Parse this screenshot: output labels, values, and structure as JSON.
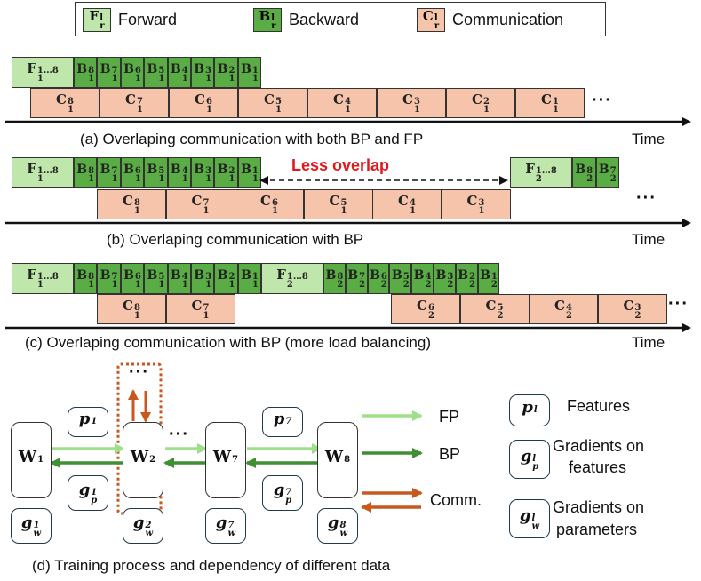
{
  "legend": {
    "items": [
      {
        "base": "F",
        "sub": "r",
        "sup": "l",
        "label": "Forward",
        "color": "#bfe6ab"
      },
      {
        "base": "B",
        "sub": "r",
        "sup": "l",
        "label": "Backward",
        "color": "#5aac45"
      },
      {
        "base": "C",
        "sub": "r",
        "sup": "l",
        "label": "Communication",
        "color": "#f6c4ab"
      }
    ]
  },
  "rows": {
    "a": {
      "forward": [
        {
          "base": "F",
          "sub": "1",
          "sup": "1…8"
        }
      ],
      "backward": [
        {
          "base": "B",
          "sub": "1",
          "sup": "8"
        },
        {
          "base": "B",
          "sub": "1",
          "sup": "7"
        },
        {
          "base": "B",
          "sub": "1",
          "sup": "6"
        },
        {
          "base": "B",
          "sub": "1",
          "sup": "5"
        },
        {
          "base": "B",
          "sub": "1",
          "sup": "4"
        },
        {
          "base": "B",
          "sub": "1",
          "sup": "3"
        },
        {
          "base": "B",
          "sub": "1",
          "sup": "2"
        },
        {
          "base": "B",
          "sub": "1",
          "sup": "1"
        }
      ],
      "comm": [
        {
          "base": "C",
          "sub": "1",
          "sup": "8"
        },
        {
          "base": "C",
          "sub": "1",
          "sup": "7"
        },
        {
          "base": "C",
          "sub": "1",
          "sup": "6"
        },
        {
          "base": "C",
          "sub": "1",
          "sup": "5"
        },
        {
          "base": "C",
          "sub": "1",
          "sup": "4"
        },
        {
          "base": "C",
          "sub": "1",
          "sup": "3"
        },
        {
          "base": "C",
          "sub": "1",
          "sup": "2"
        },
        {
          "base": "C",
          "sub": "1",
          "sup": "1"
        }
      ],
      "caption": "(a) Overlaping communication with both BP and FP",
      "time_label": "Time",
      "ellipsis": "···"
    },
    "b": {
      "forward1": [
        {
          "base": "F",
          "sub": "1",
          "sup": "1…8"
        }
      ],
      "backward1": [
        {
          "base": "B",
          "sub": "1",
          "sup": "8"
        },
        {
          "base": "B",
          "sub": "1",
          "sup": "7"
        },
        {
          "base": "B",
          "sub": "1",
          "sup": "6"
        },
        {
          "base": "B",
          "sub": "1",
          "sup": "5"
        },
        {
          "base": "B",
          "sub": "1",
          "sup": "4"
        },
        {
          "base": "B",
          "sub": "1",
          "sup": "3"
        },
        {
          "base": "B",
          "sub": "1",
          "sup": "2"
        },
        {
          "base": "B",
          "sub": "1",
          "sup": "1"
        }
      ],
      "forward2": [
        {
          "base": "F",
          "sub": "2",
          "sup": "1…8"
        }
      ],
      "backward2": [
        {
          "base": "B",
          "sub": "2",
          "sup": "8"
        },
        {
          "base": "B",
          "sub": "2",
          "sup": "7"
        }
      ],
      "comm": [
        {
          "base": "C",
          "sub": "1",
          "sup": "8"
        },
        {
          "base": "C",
          "sub": "1",
          "sup": "7"
        },
        {
          "base": "C",
          "sub": "1",
          "sup": "6"
        },
        {
          "base": "C",
          "sub": "1",
          "sup": "5"
        },
        {
          "base": "C",
          "sub": "1",
          "sup": "4"
        },
        {
          "base": "C",
          "sub": "1",
          "sup": "3"
        }
      ],
      "annotation": "Less overlap",
      "annotation_color": "#e0191c",
      "caption": "(b) Overlaping communication with BP",
      "time_label": "Time",
      "ellipsis": "···"
    },
    "c": {
      "forward1": [
        {
          "base": "F",
          "sub": "1",
          "sup": "1…8"
        }
      ],
      "backward1": [
        {
          "base": "B",
          "sub": "1",
          "sup": "8"
        },
        {
          "base": "B",
          "sub": "1",
          "sup": "7"
        },
        {
          "base": "B",
          "sub": "1",
          "sup": "6"
        },
        {
          "base": "B",
          "sub": "1",
          "sup": "5"
        },
        {
          "base": "B",
          "sub": "1",
          "sup": "4"
        },
        {
          "base": "B",
          "sub": "1",
          "sup": "3"
        },
        {
          "base": "B",
          "sub": "1",
          "sup": "2"
        },
        {
          "base": "B",
          "sub": "1",
          "sup": "1"
        }
      ],
      "forward2": [
        {
          "base": "F",
          "sub": "2",
          "sup": "1…8"
        }
      ],
      "backward2": [
        {
          "base": "B",
          "sub": "2",
          "sup": "8"
        },
        {
          "base": "B",
          "sub": "2",
          "sup": "7"
        },
        {
          "base": "B",
          "sub": "2",
          "sup": "6"
        },
        {
          "base": "B",
          "sub": "2",
          "sup": "5"
        },
        {
          "base": "B",
          "sub": "2",
          "sup": "4"
        },
        {
          "base": "B",
          "sub": "2",
          "sup": "3"
        },
        {
          "base": "B",
          "sub": "2",
          "sup": "2"
        },
        {
          "base": "B",
          "sub": "2",
          "sup": "1"
        }
      ],
      "comm1": [
        {
          "base": "C",
          "sub": "1",
          "sup": "8"
        },
        {
          "base": "C",
          "sub": "1",
          "sup": "7"
        }
      ],
      "comm2": [
        {
          "base": "C",
          "sub": "2",
          "sup": "6"
        },
        {
          "base": "C",
          "sub": "2",
          "sup": "5"
        },
        {
          "base": "C",
          "sub": "2",
          "sup": "4"
        },
        {
          "base": "C",
          "sub": "2",
          "sup": "3"
        }
      ],
      "caption": "(c) Overlaping communication with BP (more load balancing)",
      "time_label": "Time",
      "ellipsis": "···"
    }
  },
  "training": {
    "workers": [
      {
        "base": "W",
        "sup": "1"
      },
      {
        "base": "W",
        "sup": "2"
      },
      {
        "base": "W",
        "sup": "7"
      },
      {
        "base": "W",
        "sup": "8"
      }
    ],
    "features": [
      {
        "base": "p",
        "sup": "1"
      },
      {
        "base": "p",
        "sup": "7"
      }
    ],
    "feature_grads": [
      {
        "base": "g",
        "sub": "p",
        "sup": "1"
      },
      {
        "base": "g",
        "sub": "p",
        "sup": "7"
      }
    ],
    "param_grads": [
      {
        "base": "g",
        "sub": "w",
        "sup": "1"
      },
      {
        "base": "g",
        "sub": "w",
        "sup": "2"
      },
      {
        "base": "g",
        "sub": "w",
        "sup": "7"
      },
      {
        "base": "g",
        "sub": "w",
        "sup": "8"
      }
    ],
    "ellipsis": "···",
    "arrow_legend": [
      {
        "label": "FP",
        "color": "#9ee08a"
      },
      {
        "label": "BP",
        "color": "#3f8f33"
      },
      {
        "label": "Comm.",
        "color": "#c8581d"
      }
    ],
    "symbol_legend": [
      {
        "symbol": {
          "base": "p",
          "sup": "l"
        },
        "label_lines": [
          "Features"
        ]
      },
      {
        "symbol": {
          "base": "g",
          "sub": "p",
          "sup": "l"
        },
        "label_lines": [
          "Gradients on",
          "features"
        ]
      },
      {
        "symbol": {
          "base": "g",
          "sub": "w",
          "sup": "l"
        },
        "label_lines": [
          "Gradients on",
          "parameters"
        ]
      }
    ],
    "caption": "(d) Training process and dependency of different data"
  }
}
